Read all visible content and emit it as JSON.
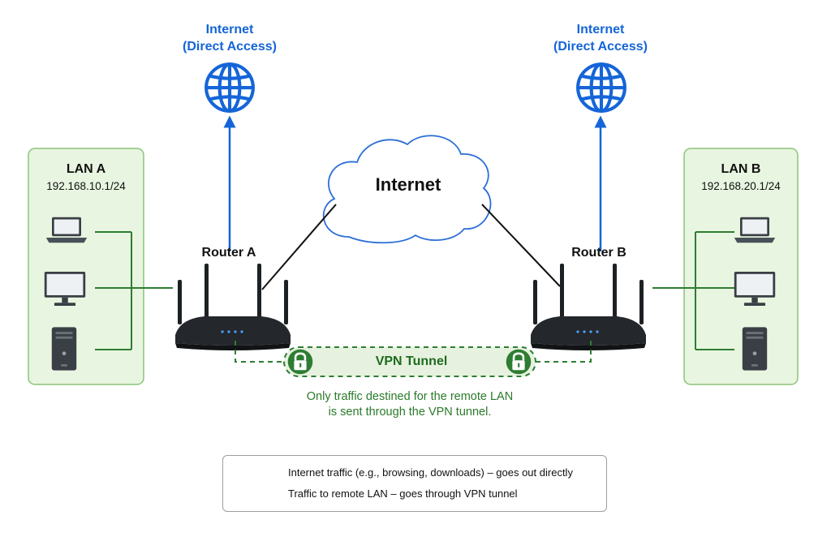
{
  "internet_left": {
    "line1": "Internet",
    "line2": "(Direct Access)"
  },
  "internet_right": {
    "line1": "Internet",
    "line2": "(Direct Access)"
  },
  "cloud": {
    "label": "Internet"
  },
  "lan_a": {
    "title": "LAN A",
    "subnet": "192.168.10.1/24"
  },
  "lan_b": {
    "title": "LAN B",
    "subnet": "192.168.20.1/24"
  },
  "router_a": {
    "label": "Router A"
  },
  "router_b": {
    "label": "Router B"
  },
  "vpn": {
    "label": "VPN Tunnel"
  },
  "note": {
    "text": "Only traffic destined for the remote LAN is sent through the VPN tunnel."
  },
  "legend": {
    "solid": "Internet traffic (e.g., browsing, downloads) – goes out directly",
    "dashed": "Traffic to remote LAN – goes through VPN tunnel"
  },
  "colors": {
    "internet_blue": "#1565d8",
    "vpn_green": "#2e7d32",
    "lan_fill": "#e8f5e0",
    "lan_border": "#8bc47a"
  }
}
